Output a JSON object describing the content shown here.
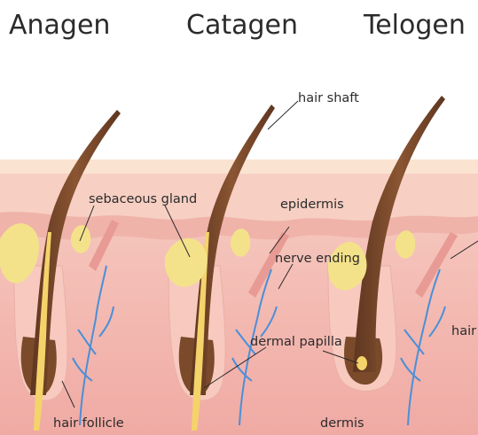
{
  "stages": [
    "Anagen",
    "Catagen",
    "Telogen"
  ],
  "labels": {
    "hair_shaft": "hair shaft",
    "sebaceous_gland": "sebaceous gland",
    "epidermis": "epidermis",
    "nerve_ending": "nerve ending",
    "dermal_papilla": "dermal papilla",
    "hair_follicle": "hair follicle",
    "dermis": "dermis",
    "hair_cut": "hair"
  },
  "colors": {
    "skin_top": "#fbe3d2",
    "dermis": "#f2b9b1",
    "dermis_dark": "#e89a94",
    "follicle": "#f7c9bf",
    "hair": "#7a4a2a",
    "hair_dark": "#5e3620",
    "core": "#f4d36b",
    "gland": "#f3e28a",
    "nerve": "#4a8fd8"
  }
}
